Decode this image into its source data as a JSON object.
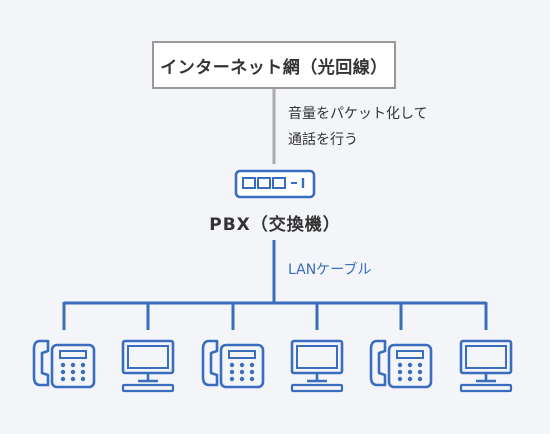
{
  "internet": {
    "label": "インターネット網（光回線）"
  },
  "uplink_note": {
    "line1": "音量をパケット化して",
    "line2": "通話を行う"
  },
  "pbx": {
    "label": "PBX（交換機）"
  },
  "lan": {
    "label": "LANケーブル"
  },
  "devices": [
    "phone-icon",
    "monitor-icon",
    "phone-icon",
    "monitor-icon",
    "phone-icon",
    "monitor-icon"
  ],
  "colors": {
    "background": "#f3f5f9",
    "accent_blue": "#3a6dbe",
    "gray_line": "#aaaaaa",
    "text": "#333333"
  }
}
